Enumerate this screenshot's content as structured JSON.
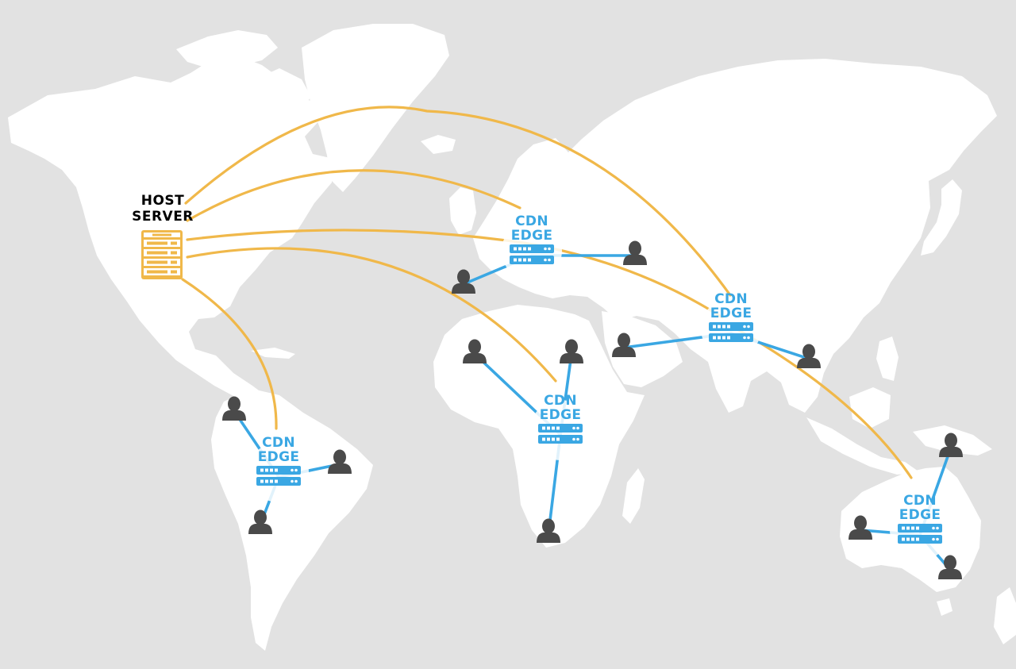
{
  "colors": {
    "ocean": "#e2e2e2",
    "land": "#ffffff",
    "host": "#f0b84a",
    "cdn": "#3aa7e3",
    "user": "#4a4a4a"
  },
  "icons": {
    "host": "server-rack-icon",
    "cdn": "server-icon",
    "user": "person-icon"
  },
  "host_server": {
    "label_line1": "HOST",
    "label_line2": "SERVER"
  },
  "cdn_label": {
    "line1": "CDN",
    "line2": "EDGE"
  },
  "cdn_nodes": [
    {
      "id": "europe",
      "users": 2
    },
    {
      "id": "asia",
      "users": 2
    },
    {
      "id": "africa",
      "users": 3
    },
    {
      "id": "south-america",
      "users": 3
    },
    {
      "id": "australia",
      "users": 3
    }
  ]
}
